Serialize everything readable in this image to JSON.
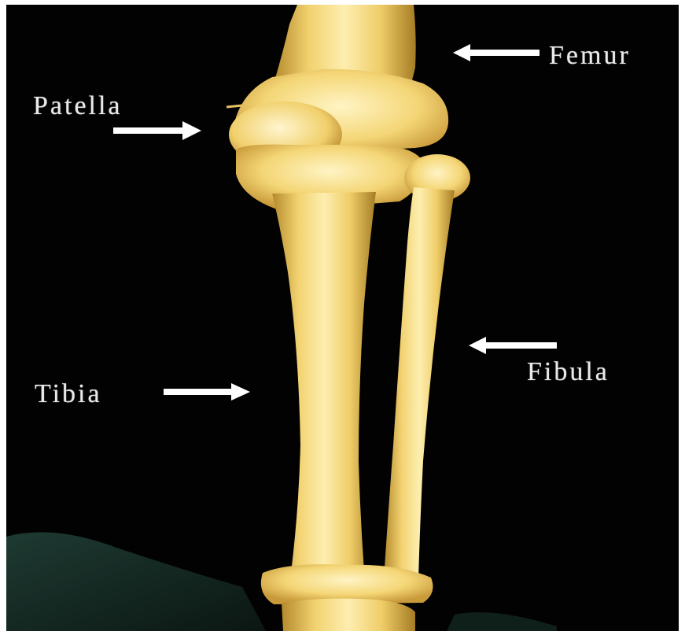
{
  "labels": {
    "femur": "Femur",
    "patella": "Patella",
    "fibula": "Fibula",
    "tibia": "Tibia"
  },
  "colors": {
    "background": "#020202",
    "bone_light": "#fbe79a",
    "bone_mid": "#e8c35a",
    "bone_shadow": "#a8832a",
    "label_text": "#e9e9e9",
    "arrow": "#ffffff",
    "floor_green": "#17302a"
  },
  "icons": {
    "femur_arrow": "arrow-left-icon",
    "patella_arrow": "arrow-right-icon",
    "fibula_arrow": "arrow-left-icon",
    "tibia_arrow": "arrow-right-icon"
  }
}
